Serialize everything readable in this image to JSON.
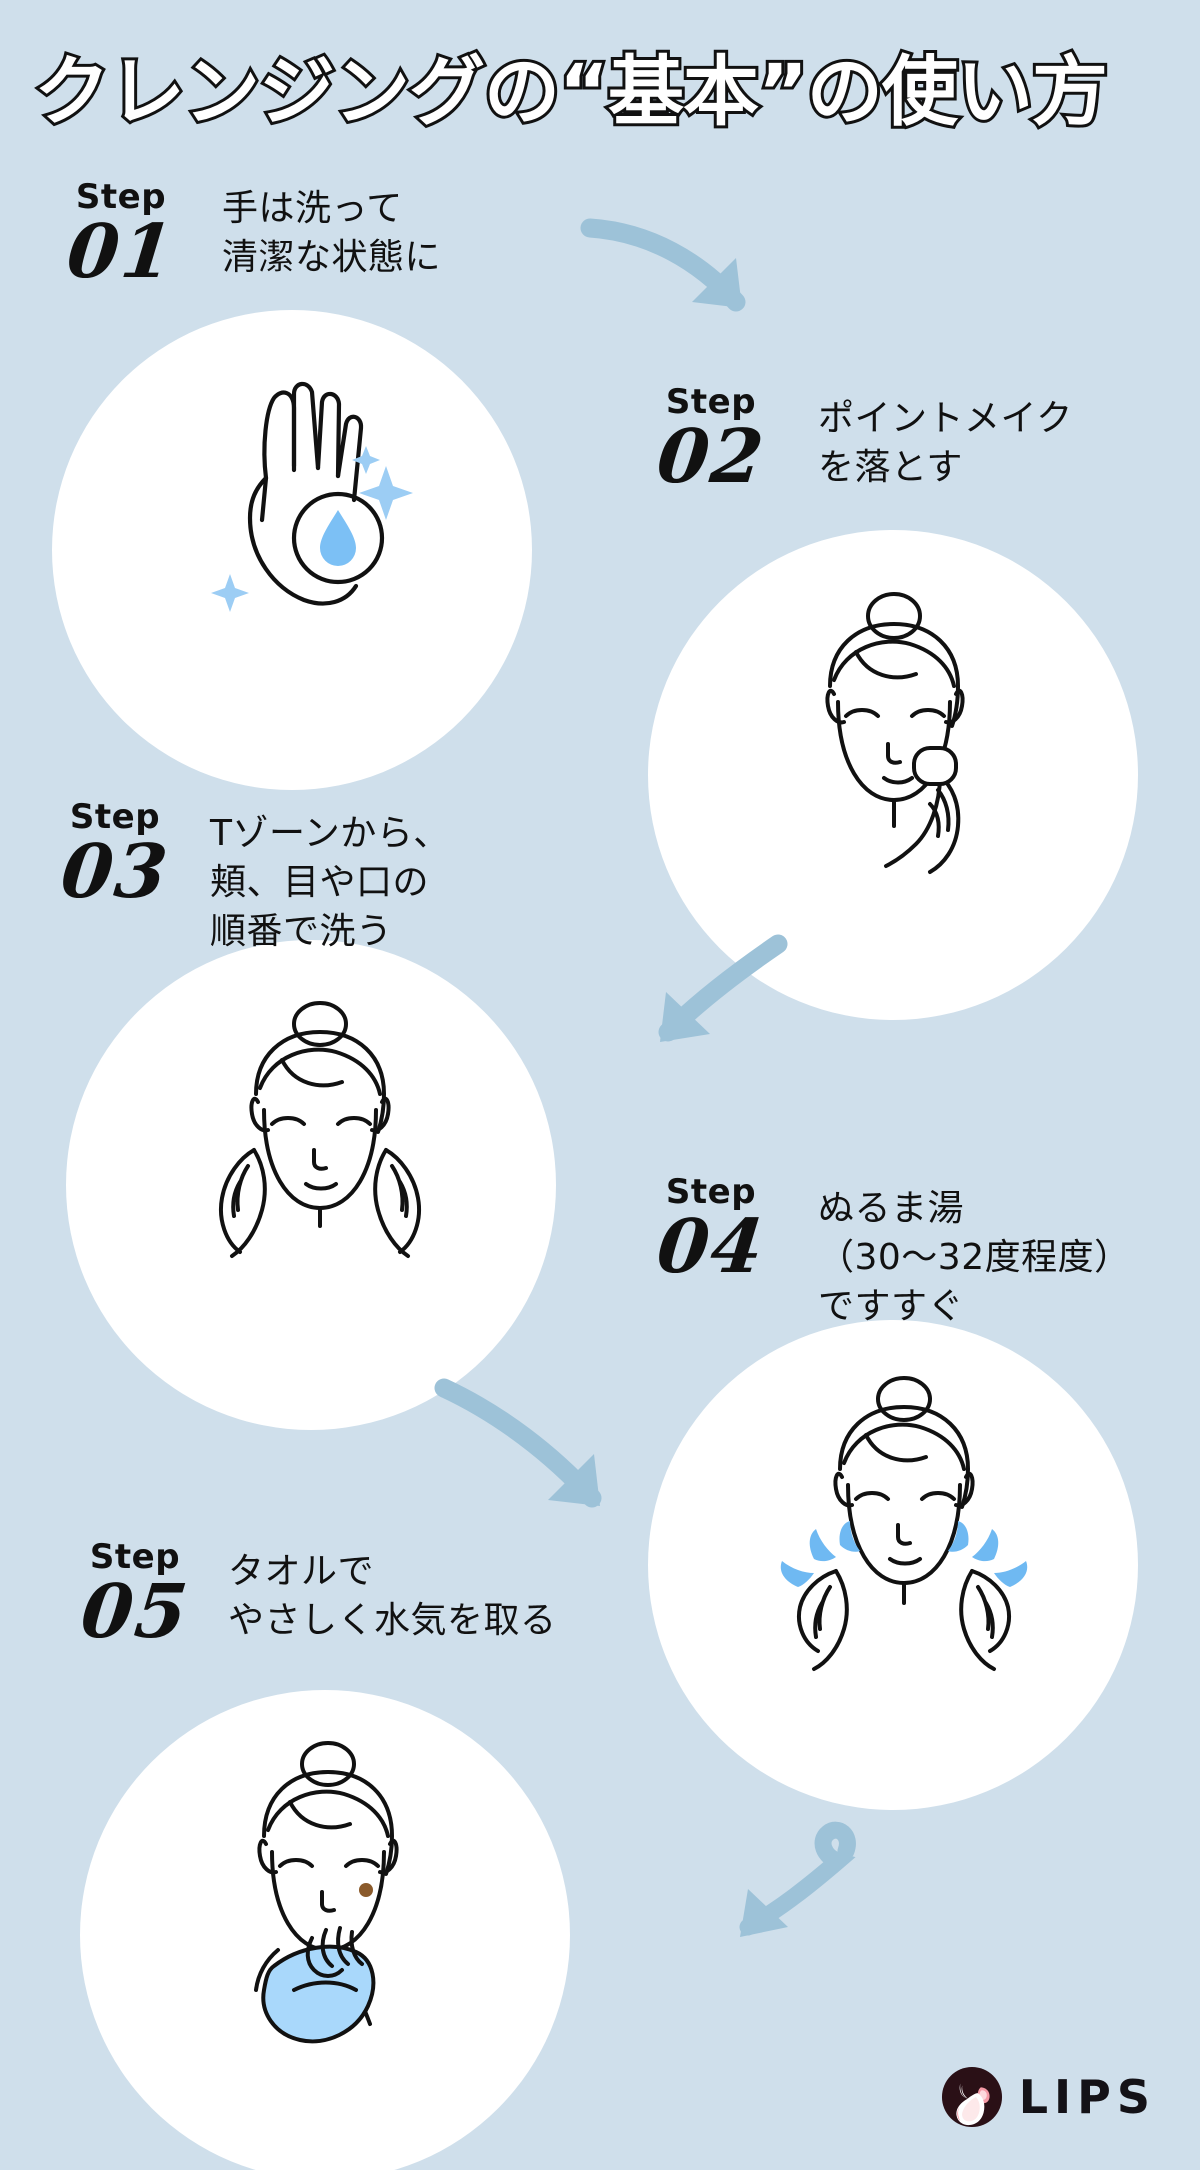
{
  "poster": {
    "title": "クレンジングの“基本”の使い方",
    "background_color": "#cfdfeb",
    "circle_color": "#ffffff",
    "accent_color": "#8fb9d6",
    "water_color": "#7cc0f5",
    "text_color": "#111111"
  },
  "steps": [
    {
      "step_word": "Step",
      "number": "01",
      "text": "手は洗って\n清潔な状態に",
      "icon": "hand-with-water-drop-icon"
    },
    {
      "step_word": "Step",
      "number": "02",
      "text": "ポイントメイク\nを落とす",
      "icon": "face-cotton-pad-icon"
    },
    {
      "step_word": "Step",
      "number": "03",
      "text": "Tゾーンから、\n頬、目や口の\n順番で洗う",
      "icon": "face-washing-hands-icon"
    },
    {
      "step_word": "Step",
      "number": "04",
      "text": "ぬるま湯\n（30〜32度程度）\nですすぐ",
      "icon": "face-rinsing-water-icon"
    },
    {
      "step_word": "Step",
      "number": "05",
      "text": "タオルで\nやさしく水気を取る",
      "icon": "face-towel-icon"
    }
  ],
  "arrows": [
    {
      "name": "arrow-step1-to-step2"
    },
    {
      "name": "arrow-step2-to-step3"
    },
    {
      "name": "arrow-step3-to-step4"
    },
    {
      "name": "arrow-step4-to-step5"
    }
  ],
  "logo": {
    "text": "LIPS",
    "mark": "deer-head-logo-icon"
  }
}
